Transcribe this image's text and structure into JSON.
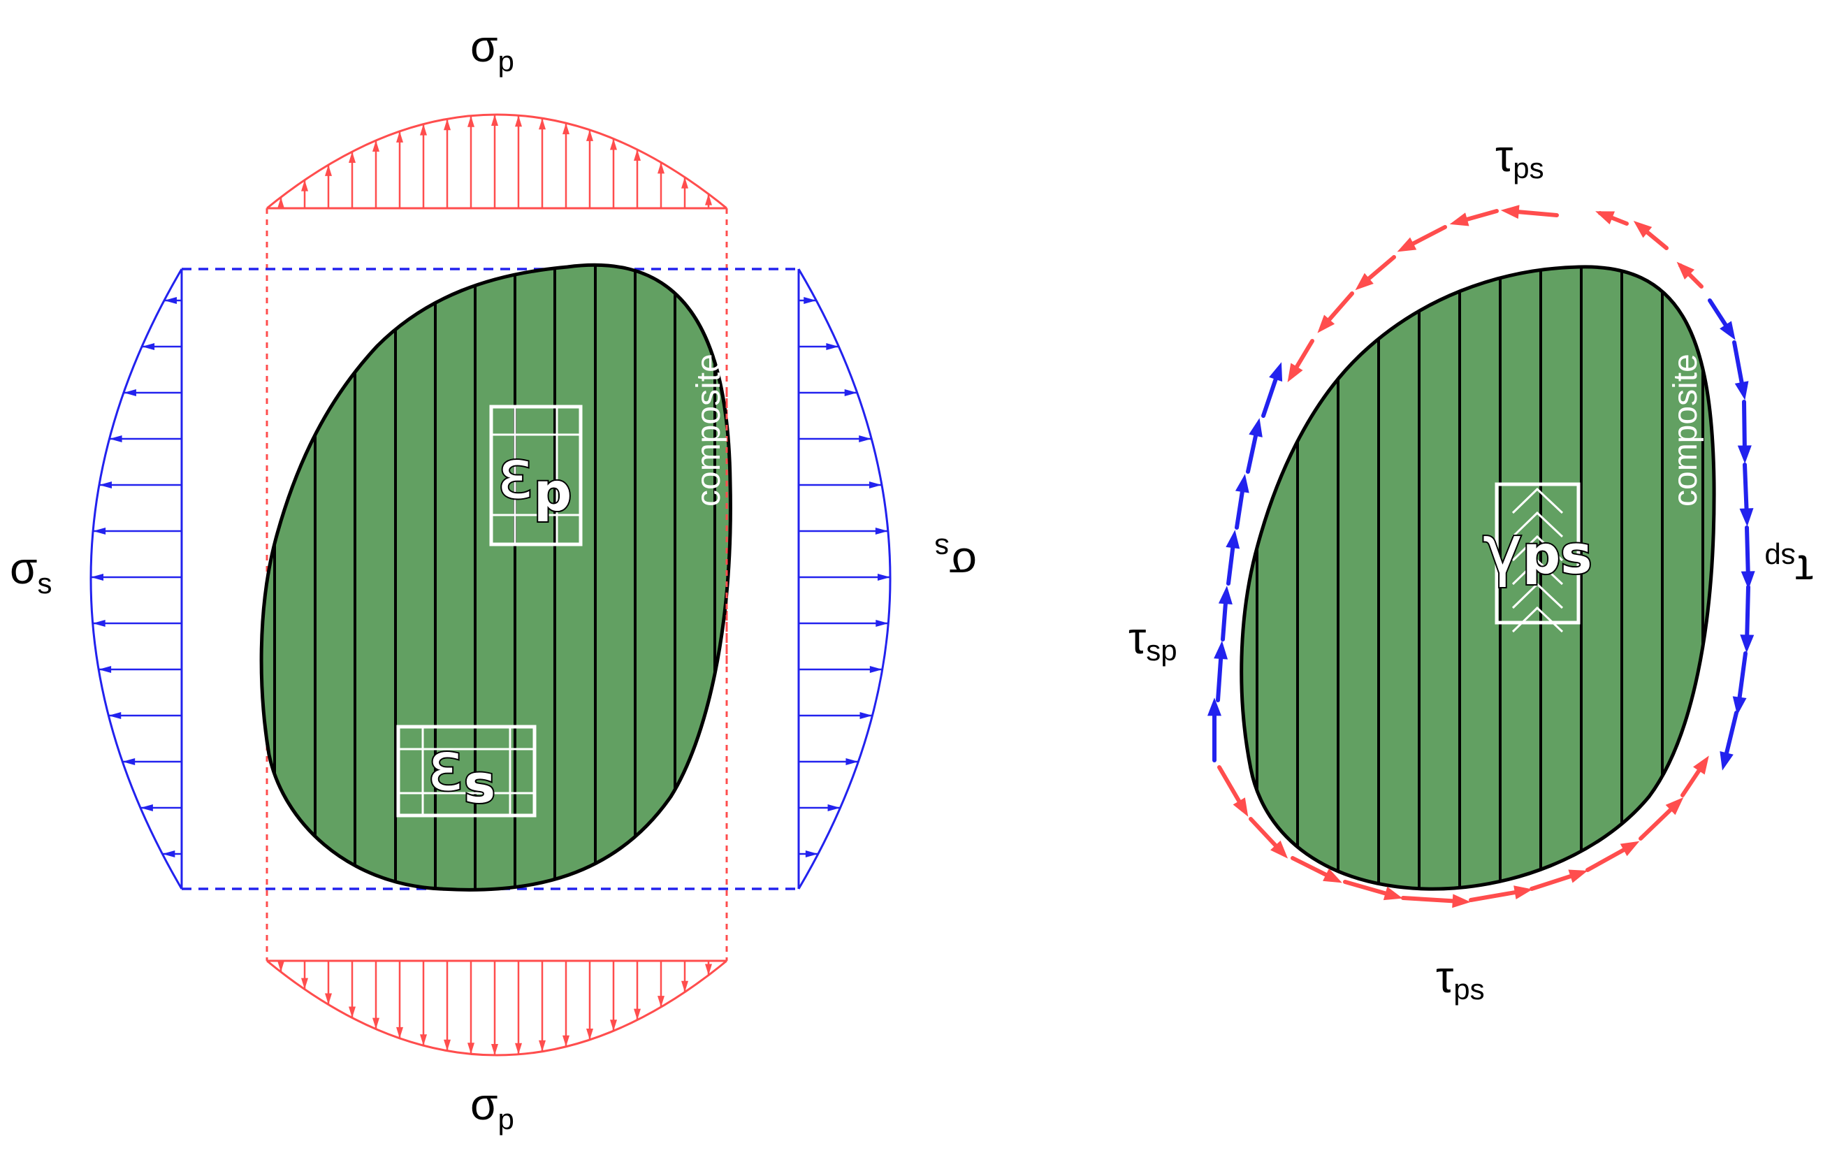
{
  "left_panel": {
    "top_label": {
      "sym": "σ",
      "sub": "p"
    },
    "bottom_label": {
      "sym": "σ",
      "sub": "p"
    },
    "left_label": {
      "sym": "σ",
      "sub": "s"
    },
    "right_label": {
      "sym": "σ",
      "sub": "s"
    },
    "material_label": "composite",
    "strain_p": {
      "sym": "ε",
      "sub": "p"
    },
    "strain_s": {
      "sym": "ε",
      "sub": "s"
    }
  },
  "right_panel": {
    "top_label": {
      "sym": "τ",
      "sub": "ps"
    },
    "bottom_label": {
      "sym": "τ",
      "sub": "ps"
    },
    "left_label": {
      "sym": "τ",
      "sub": "sp"
    },
    "right_label": {
      "sym": "τ",
      "sub": "sp"
    },
    "material_label": "composite",
    "shear_strain": {
      "sym": "γ",
      "sub": "ps"
    }
  },
  "colors": {
    "composite_fill": "#62a062",
    "normal_stress_p": "#ff4d4d",
    "normal_stress_s": "#2222ee",
    "outline": "#000000"
  }
}
